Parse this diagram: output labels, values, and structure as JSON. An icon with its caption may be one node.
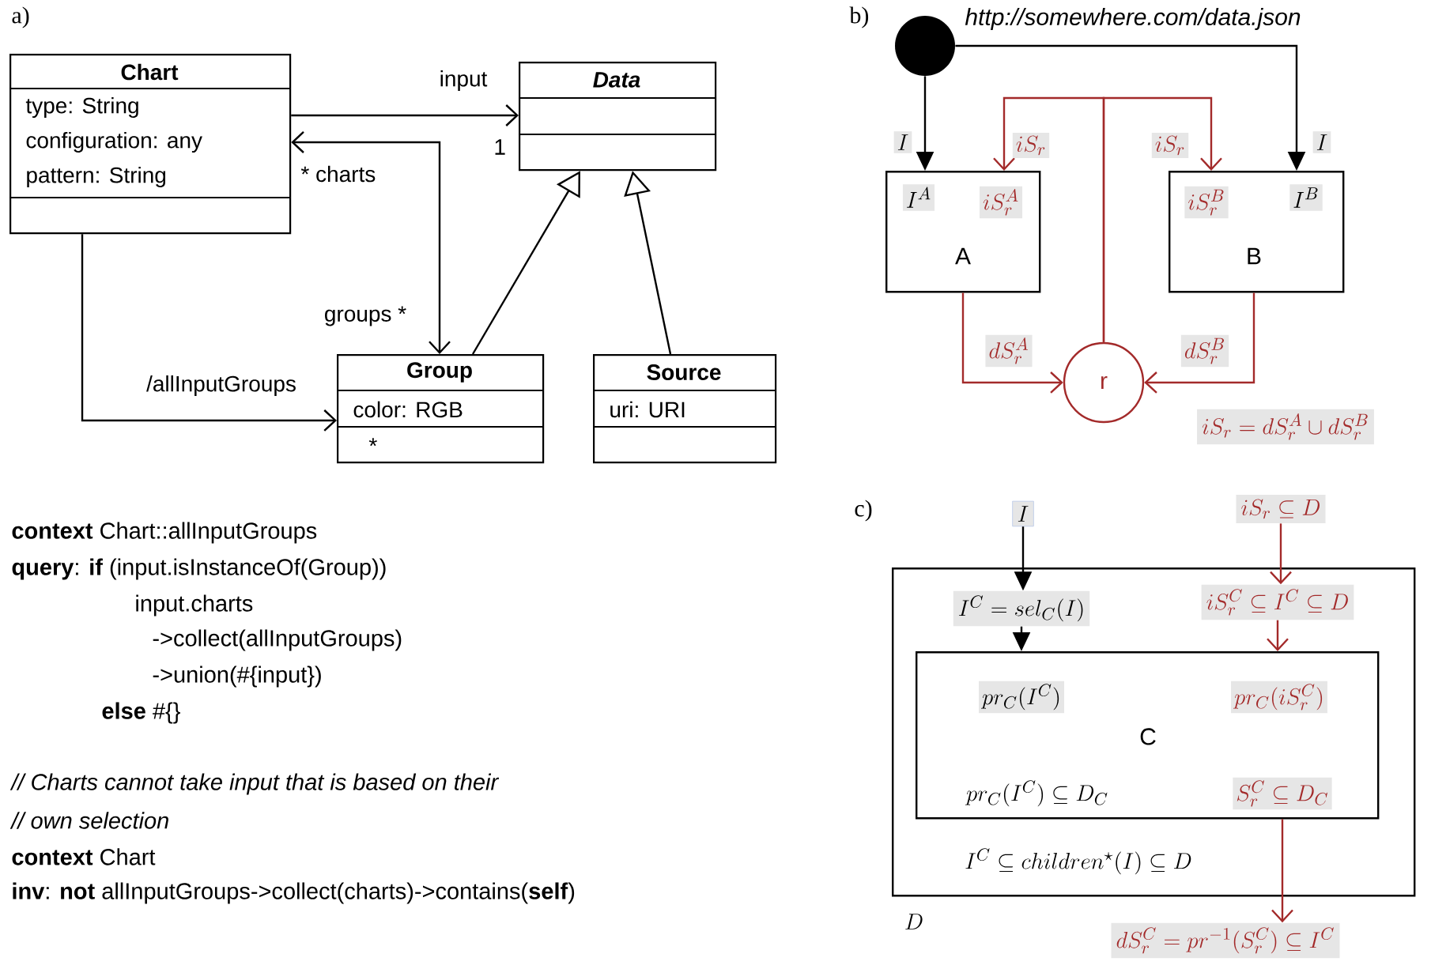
{
  "diagram": {
    "nodes": [
      {
        "text": [
          "Chart",
          "type: String",
          "configuration: any",
          "pattern: String"
        ],
        "beside": [
          "* charts"
        ]
      },
      {
        "text": [
          "Data"
        ],
        "beside": [
          "1"
        ]
      },
      {
        "text": [
          "Group",
          "color: RGB",
          "*"
        ]
      },
      {
        "text": [
          "Source",
          "uri: URI"
        ]
      },
      {
        "text": [],
        "shape": "circle",
        "beside": [
          "http://somewhere.com/data.json"
        ]
      },
      {
        "text": [
          "I^A",
          "iS_r^A",
          "A"
        ]
      },
      {
        "text": [
          "iS_r^B",
          "I^B",
          "B"
        ]
      },
      {
        "text": [
          "r"
        ]
      },
      {
        "text": [
          "I"
        ]
      },
      {
        "text": [
          "iS_r \\subseteq D"
        ]
      },
      {
        "text": [
          "I^C \\subseteq children^{\\star}(I) \\subseteq D",
          "D"
        ]
      },
      {
        "text": [
          "I^C = sel_C(I)"
        ],
        "in": 10
      },
      {
        "text": [
          "iS_r^C \\subseteq I^C \\subseteq D"
        ],
        "in": 10
      },
      {
        "text": [
          "pr_C(I^C)",
          "pr_C(iS_r^C)",
          "C",
          "pr_C(I^C) \\subseteq D_C",
          "S_r^C \\subseteq D_C"
        ],
        "in": 10
      },
      {
        "text": [
          "dS_r^C = pr^{-1}(S_r^C) \\subseteq I^C"
        ]
      },
      {
        "text": [
          "iS_r = dS_r^A \\cup dS_r^B"
        ]
      }
    ],
    "edges": [
      {
        "from": 0,
        "to": 1,
        "arrow": "to",
        "label": "input"
      },
      {
        "from": 0,
        "to": 2,
        "arrow": "both",
        "label": "groups *"
      },
      {
        "from": 0,
        "to": 2,
        "arrow": "to",
        "label": "/allInputGroups"
      },
      {
        "from": 2,
        "to": 1,
        "arrow": "to"
      },
      {
        "from": 3,
        "to": 1,
        "arrow": "to"
      },
      {
        "from": 4,
        "to": 5,
        "arrow": "to",
        "label": "I"
      },
      {
        "from": 4,
        "to": 6,
        "arrow": "to",
        "label": "I"
      },
      {
        "from": 7,
        "to": 5,
        "arrow": "to",
        "label": "iS_r",
        "color": "#a32a2a"
      },
      {
        "from": 7,
        "to": 6,
        "arrow": "to",
        "label": "iS_r",
        "color": "#a32a2a"
      },
      {
        "from": 5,
        "to": 7,
        "arrow": "to",
        "label": "dS_r^A",
        "color": "#a32a2a"
      },
      {
        "from": 6,
        "to": 7,
        "arrow": "to",
        "label": "dS_r^B",
        "color": "#a32a2a"
      },
      {
        "from": 8,
        "to": 11,
        "arrow": "to"
      },
      {
        "from": 9,
        "to": 12,
        "arrow": "to",
        "color": "#a32a2a"
      },
      {
        "from": 11,
        "to": 13,
        "arrow": "to"
      },
      {
        "from": 12,
        "to": 13,
        "arrow": "to",
        "color": "#a32a2a"
      },
      {
        "from": 13,
        "to": 14,
        "arrow": "to",
        "color": "#a32a2a"
      }
    ],
    "labels": [
      "a)",
      "b)",
      "**context** Chart::allInputGroups",
      "**query**: **if** (input.isInstanceOf(Group))",
      "input.charts",
      "->collect(allInputGroups)",
      "->union(#{input})",
      "**else** #{}",
      "// Charts cannot take input that is based on their",
      "// own selection",
      "**context** Chart",
      "**inv**: **not** allInputGroups->collect(charts)->contains(**self**)",
      "c)"
    ]
  }
}
